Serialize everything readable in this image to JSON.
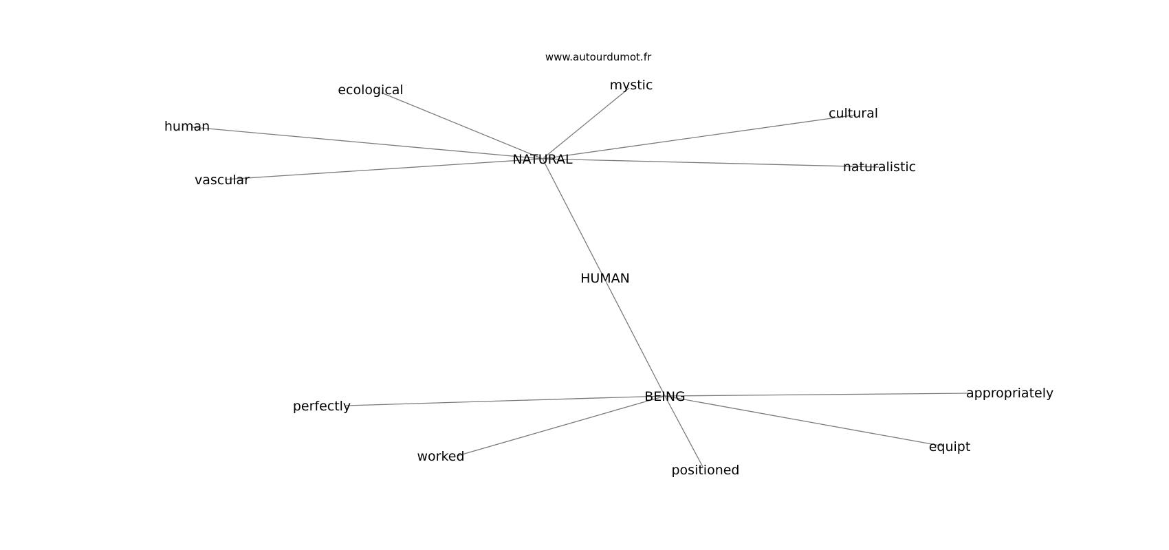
{
  "source_label": "www.autourdumot.fr",
  "nodes": [
    {
      "id": "NATURAL",
      "label": "NATURAL"
    },
    {
      "id": "HUMAN",
      "label": "HUMAN"
    },
    {
      "id": "BEING",
      "label": "BEING"
    },
    {
      "id": "ecological",
      "label": "ecological"
    },
    {
      "id": "mystic",
      "label": "mystic"
    },
    {
      "id": "cultural",
      "label": "cultural"
    },
    {
      "id": "naturalistic",
      "label": "naturalistic"
    },
    {
      "id": "human",
      "label": "human"
    },
    {
      "id": "vascular",
      "label": "vascular"
    },
    {
      "id": "perfectly",
      "label": "perfectly"
    },
    {
      "id": "worked",
      "label": "worked"
    },
    {
      "id": "positioned",
      "label": "positioned"
    },
    {
      "id": "equipt",
      "label": "equipt"
    },
    {
      "id": "appropriately",
      "label": "appropriately"
    }
  ],
  "edges": [
    {
      "from": "NATURAL",
      "to": "ecological"
    },
    {
      "from": "NATURAL",
      "to": "mystic"
    },
    {
      "from": "NATURAL",
      "to": "cultural"
    },
    {
      "from": "NATURAL",
      "to": "naturalistic"
    },
    {
      "from": "NATURAL",
      "to": "human"
    },
    {
      "from": "NATURAL",
      "to": "vascular"
    },
    {
      "from": "NATURAL",
      "to": "BEING"
    },
    {
      "from": "BEING",
      "to": "perfectly"
    },
    {
      "from": "BEING",
      "to": "worked"
    },
    {
      "from": "BEING",
      "to": "positioned"
    },
    {
      "from": "BEING",
      "to": "equipt"
    },
    {
      "from": "BEING",
      "to": "appropriately"
    }
  ]
}
